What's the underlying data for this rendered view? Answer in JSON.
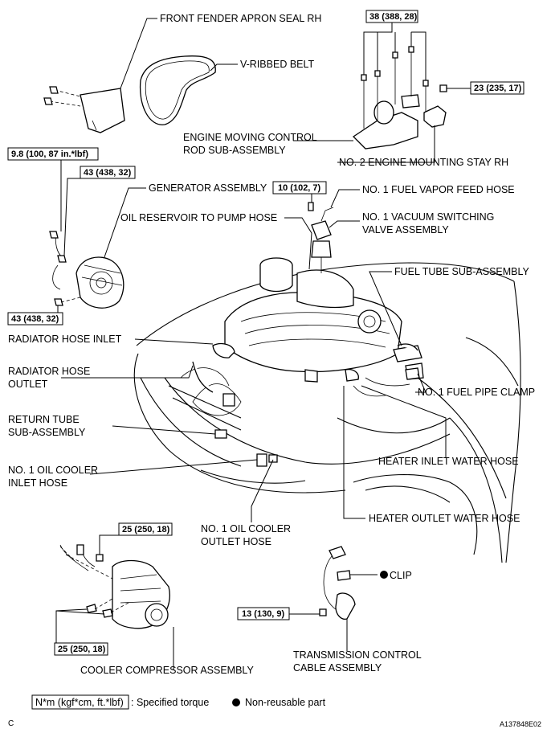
{
  "labels": {
    "front_fender_apron_seal": "FRONT FENDER APRON SEAL RH",
    "v_ribbed_belt": "V-RIBBED BELT",
    "engine_moving_control_rod_1": "ENGINE MOVING CONTROL",
    "engine_moving_control_rod_2": "ROD SUB-ASSEMBLY",
    "no2_engine_mounting_stay": "NO. 2 ENGINE MOUNTING STAY RH",
    "generator_assembly": "GENERATOR ASSEMBLY",
    "no1_fuel_vapor_feed_hose": "NO. 1 FUEL VAPOR FEED HOSE",
    "oil_reservoir_to_pump_hose": "OIL RESERVOIR TO PUMP HOSE",
    "no1_vacuum_switching_valve_1": "NO. 1 VACUUM SWITCHING",
    "no1_vacuum_switching_valve_2": "VALVE ASSEMBLY",
    "fuel_tube_sub_assembly": "FUEL TUBE SUB-ASSEMBLY",
    "radiator_hose_inlet": "RADIATOR HOSE INLET",
    "radiator_hose_outlet_1": "RADIATOR HOSE",
    "radiator_hose_outlet_2": "OUTLET",
    "no1_fuel_pipe_clamp": "NO. 1 FUEL PIPE CLAMP",
    "return_tube_1": "RETURN TUBE",
    "return_tube_2": "SUB-ASSEMBLY",
    "heater_inlet_water_hose": "HEATER INLET WATER HOSE",
    "no1_oil_cooler_inlet_1": "NO. 1 OIL COOLER",
    "no1_oil_cooler_inlet_2": "INLET HOSE",
    "heater_outlet_water_hose": "HEATER OUTLET WATER HOSE",
    "no1_oil_cooler_outlet_1": "NO. 1 OIL COOLER",
    "no1_oil_cooler_outlet_2": "OUTLET HOSE",
    "clip": "CLIP",
    "transmission_control_cable_1": "TRANSMISSION CONTROL",
    "transmission_control_cable_2": "CABLE ASSEMBLY",
    "cooler_compressor_assembly": "COOLER COMPRESSOR ASSEMBLY"
  },
  "torques": {
    "t_38": "38 (388, 28)",
    "t_23": "23 (235, 17)",
    "t_9_8": "9.8 (100, 87 in.*lbf)",
    "t_43_top": "43 (438, 32)",
    "t_10": "10 (102, 7)",
    "t_43_bottom": "43 (438, 32)",
    "t_25_top": "25 (250, 18)",
    "t_13": "13 (130, 9)",
    "t_25_bottom": "25 (250, 18)"
  },
  "legend": {
    "torque_unit_box": "N*m (kgf*cm, ft.*lbf)",
    "torque_desc": ": Specified torque",
    "non_reusable": "Non-reusable part"
  },
  "corner_letter": "C",
  "figure_id": "A137848E02"
}
